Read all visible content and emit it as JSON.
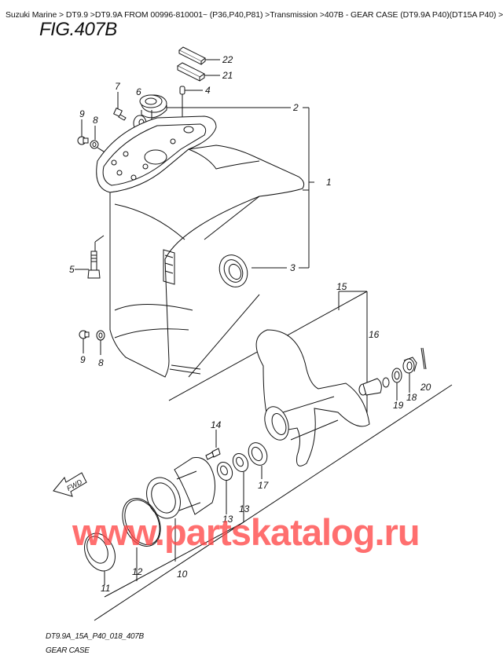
{
  "breadcrumb": {
    "items": [
      "Suzuki Marine",
      "DT9.9",
      "DT9.9A FROM 00996-810001~ (P36,P40,P81)",
      "Transmission",
      "407B - GEAR CASE (DT9.9A P40)(DT15A P40)"
    ],
    "text": "Suzuki Marine > DT9.9 >DT9.9A FROM 00996-810001~ (P36,P40,P81) >Transmission >407B - GEAR CASE (DT9.9A P40)(DT15A P40) >"
  },
  "figure": {
    "title": "FIG.407B",
    "code": "DT9.9A_15A_P40_018_407B",
    "name": "GEAR CASE",
    "direction_label": "FWD"
  },
  "callouts": [
    {
      "id": "1",
      "label": "1"
    },
    {
      "id": "2",
      "label": "2"
    },
    {
      "id": "3",
      "label": "3"
    },
    {
      "id": "4",
      "label": "4"
    },
    {
      "id": "5",
      "label": "5"
    },
    {
      "id": "6",
      "label": "6"
    },
    {
      "id": "7",
      "label": "7"
    },
    {
      "id": "8a",
      "label": "8"
    },
    {
      "id": "8b",
      "label": "8"
    },
    {
      "id": "9a",
      "label": "9"
    },
    {
      "id": "9b",
      "label": "9"
    },
    {
      "id": "10",
      "label": "10"
    },
    {
      "id": "11",
      "label": "11"
    },
    {
      "id": "12",
      "label": "12"
    },
    {
      "id": "13a",
      "label": "13"
    },
    {
      "id": "13b",
      "label": "13"
    },
    {
      "id": "14",
      "label": "14"
    },
    {
      "id": "15",
      "label": "15"
    },
    {
      "id": "16",
      "label": "16"
    },
    {
      "id": "17",
      "label": "17"
    },
    {
      "id": "18",
      "label": "18"
    },
    {
      "id": "19",
      "label": "19"
    },
    {
      "id": "20",
      "label": "20"
    },
    {
      "id": "21",
      "label": "21"
    },
    {
      "id": "22",
      "label": "22"
    }
  ],
  "watermark": "www.partskatalog.ru",
  "colors": {
    "line": "#111111",
    "watermark": "#ff4646",
    "background": "#ffffff"
  }
}
